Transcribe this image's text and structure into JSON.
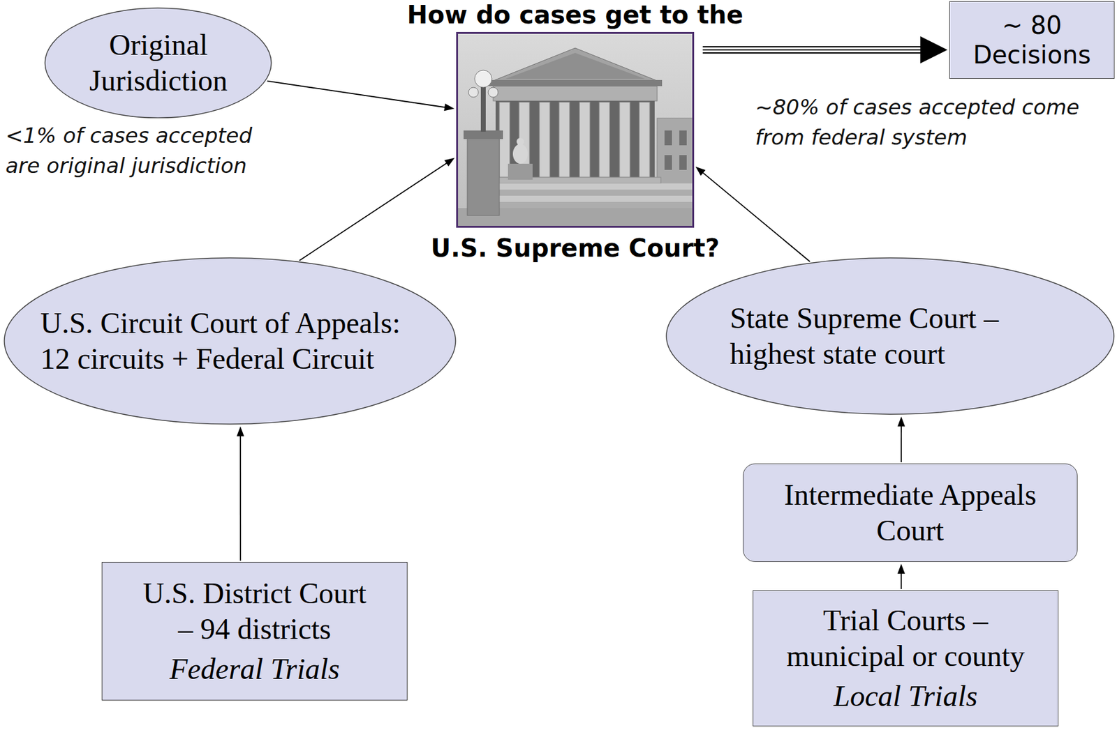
{
  "diagram": {
    "title": "How do cases get to the",
    "nodes": [
      {
        "text": [
          "Original Jurisdiction"
        ]
      },
      {
        "text": [
          "U.S. Supreme Court?"
        ]
      },
      {
        "text": [
          "~ 80 Decisions"
        ]
      },
      {
        "text": [
          "U.S. Circuit Court of Appeals: 12 circuits + Federal Circuit"
        ]
      },
      {
        "text": [
          "State Supreme Court – highest state court"
        ]
      },
      {
        "text": [
          "Intermediate Appeals Court"
        ]
      },
      {
        "text": [
          "U.S. District Court – 94 districts",
          "Federal Trials"
        ]
      },
      {
        "text": [
          "Trial Courts – municipal or county",
          "Local Trials"
        ]
      }
    ],
    "edges": [
      {
        "from": 0,
        "to": 1,
        "arrow": "to"
      },
      {
        "from": 3,
        "to": 1,
        "arrow": "to"
      },
      {
        "from": 4,
        "to": 1,
        "arrow": "to"
      },
      {
        "from": 6,
        "to": 3,
        "arrow": "to"
      },
      {
        "from": 5,
        "to": 4,
        "arrow": "to"
      },
      {
        "from": 7,
        "to": 5,
        "arrow": "to"
      },
      {
        "from": 1,
        "to": 2,
        "arrow": "to"
      }
    ],
    "labels": [
      "<1% of cases accepted are original jurisdiction",
      "~80% of cases accepted come from federal system"
    ]
  }
}
